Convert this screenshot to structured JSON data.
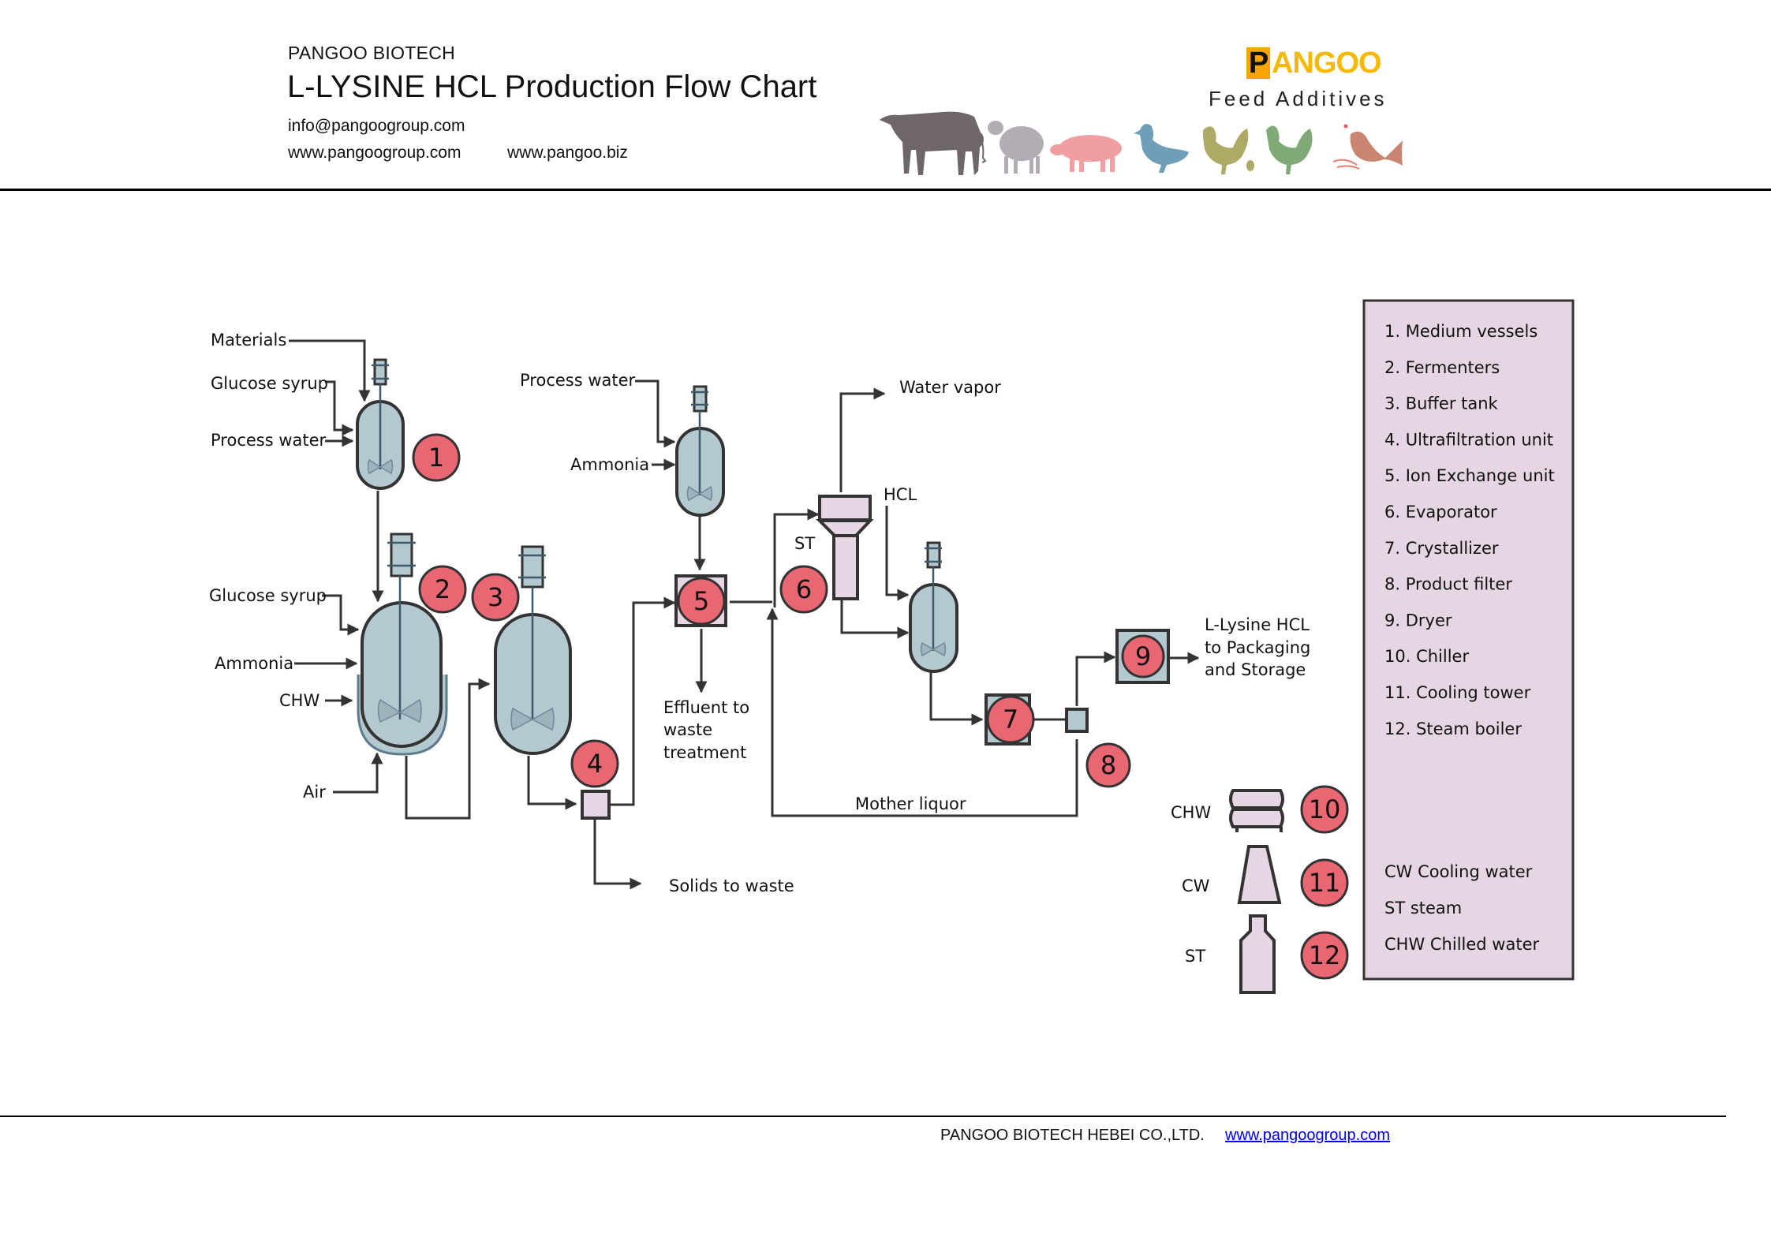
{
  "header": {
    "company": "PANGOO BIOTECH",
    "title": "L-LYSINE HCL Production Flow Chart",
    "email": "info@pangoogroup.com",
    "website_1": "www.pangoogroup.com",
    "website_2": "www.pangoo.biz",
    "logo_letter": "P",
    "logo_rest": "ANGOO",
    "tagline": "Feed Additives",
    "animals": [
      "cow-icon",
      "sheep-icon",
      "pig-icon",
      "duck-icon",
      "hen-icon",
      "rooster-icon",
      "fish-icon"
    ],
    "colors": {
      "logo_yellow": "#f6b800",
      "logo_orange": "#f6a500"
    }
  },
  "diagram": {
    "inputs": {
      "materials": "Materials",
      "glucose_syrup_1": "Glucose syrup",
      "process_water_1": "Process water",
      "glucose_syrup_2": "Glucose syrup",
      "ammonia_1": "Ammonia",
      "chw_1": "CHW",
      "air": "Air",
      "process_water_2": "Process water",
      "ammonia_2": "Ammonia",
      "water_vapor": "Water vapor",
      "st": "ST",
      "hcl": "HCL",
      "effluent": [
        "Effluent to",
        "waste",
        "treatment"
      ],
      "solids": "Solids to waste",
      "mother_liquor": "Mother liquor",
      "product": [
        "L-Lysine HCL",
        "to Packaging",
        "and Storage"
      ],
      "util_chw": "CHW",
      "util_cw": "CW",
      "util_st": "ST"
    },
    "badges": [
      "1",
      "2",
      "3",
      "4",
      "5",
      "6",
      "7",
      "8",
      "9",
      "10",
      "11",
      "12"
    ],
    "colors": {
      "vessel": "#b4c8cf",
      "pink": "#e7d7e5",
      "badge": "#e96673",
      "legend_bg": "#e6d6e4"
    }
  },
  "legend": {
    "items": [
      "1. Medium vessels",
      "2. Fermenters",
      "3. Buffer tank",
      "4. Ultrafiltration unit",
      "5. Ion Exchange unit",
      "6. Evaporator",
      "7. Crystallizer",
      "8. Product filter",
      "9. Dryer",
      "10. Chiller",
      "11. Cooling tower",
      "12. Steam boiler"
    ],
    "abbreviations": [
      "CW Cooling water",
      "ST steam",
      "CHW Chilled water"
    ]
  },
  "footer": {
    "company": "PANGOO BIOTECH HEBEI CO.,LTD.",
    "link": "www.pangoogroup.com"
  }
}
